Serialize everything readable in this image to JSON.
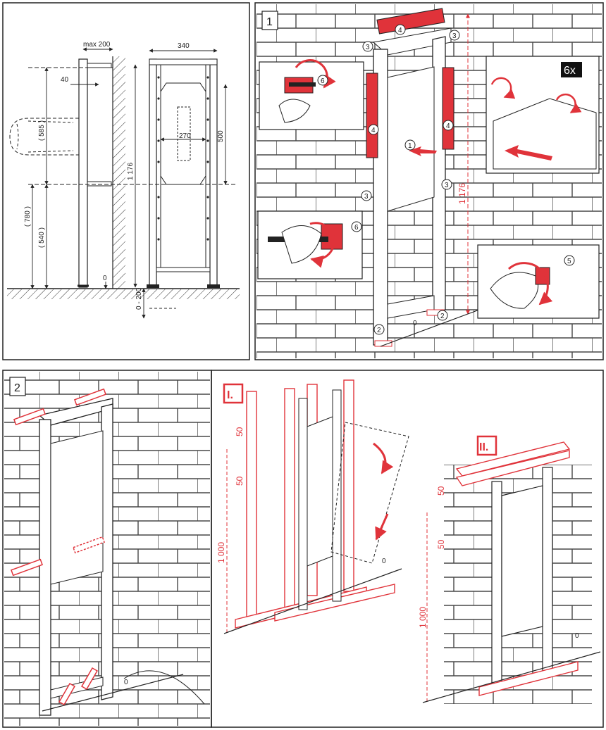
{
  "colors": {
    "accent_red": "#e0333a",
    "line": "#222222",
    "brick_fill": "#ffffff"
  },
  "panel_a": {
    "label_max": "max 200",
    "label_40": "40",
    "label_585": "( 585 )",
    "label_780": "( 780 )",
    "label_540": "( 540 )",
    "label_1176": "1 176",
    "label_340": "340",
    "label_270": "270",
    "label_500": "500",
    "label_0": "0",
    "label_0_200": "0 - 200"
  },
  "panel_b": {
    "step": "1",
    "badge_6x": "6x",
    "label_1176": "1 176",
    "label_0": "0",
    "callouts": [
      "1",
      "2",
      "3",
      "4",
      "5",
      "6"
    ]
  },
  "panel_c": {
    "step": "2",
    "label_0": "0"
  },
  "panel_d": {
    "title_i": "I.",
    "title_ii": "II.",
    "label_50a": "50",
    "label_50b": "50",
    "label_1000": "1 000",
    "label_0": "0",
    "label_50c": "50",
    "label_50d": "50",
    "label_1000b": "1 000",
    "label_0b": "0"
  }
}
